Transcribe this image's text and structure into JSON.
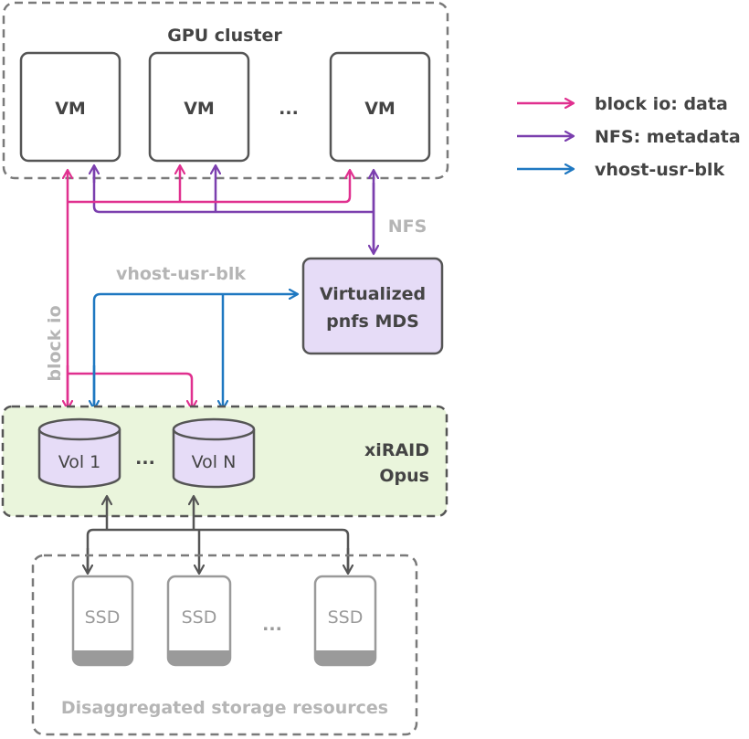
{
  "gpu_cluster": {
    "title": "GPU cluster",
    "vms": [
      "VM",
      "VM",
      "VM"
    ],
    "ellipsis": "..."
  },
  "legend": {
    "items": [
      {
        "label": "block io: data",
        "color": "#e0308f"
      },
      {
        "label": "NFS: metadata",
        "color": "#7b3fae"
      },
      {
        "label": "vhost-usr-blk",
        "color": "#1f78c1"
      }
    ]
  },
  "connections": {
    "nfs_label": "NFS",
    "vhost_label": "vhost-usr-blk",
    "block_io_label": "block io"
  },
  "mds": {
    "line1": "Virtualized",
    "line2": "pnfs MDS"
  },
  "xiraid": {
    "line1": "xiRAID",
    "line2": "Opus",
    "vol1": "Vol 1",
    "ellipsis": "...",
    "voln": "Vol N"
  },
  "storage": {
    "title": "Disaggregated storage resources",
    "ssds": [
      "SSD",
      "SSD",
      "SSD"
    ],
    "ellipsis": "..."
  },
  "colors": {
    "block_io": "#e0308f",
    "nfs": "#7b3fae",
    "vhost": "#1f78c1",
    "box_border": "#555555",
    "dashed_border": "#7a7a7a",
    "xiraid_fill": "#eaf5dc",
    "purple_fill": "#e6dcf7",
    "ssd_border": "#9a9a9a",
    "ssd_text": "#9a9a9a",
    "label_gray": "#b5b5b5"
  }
}
